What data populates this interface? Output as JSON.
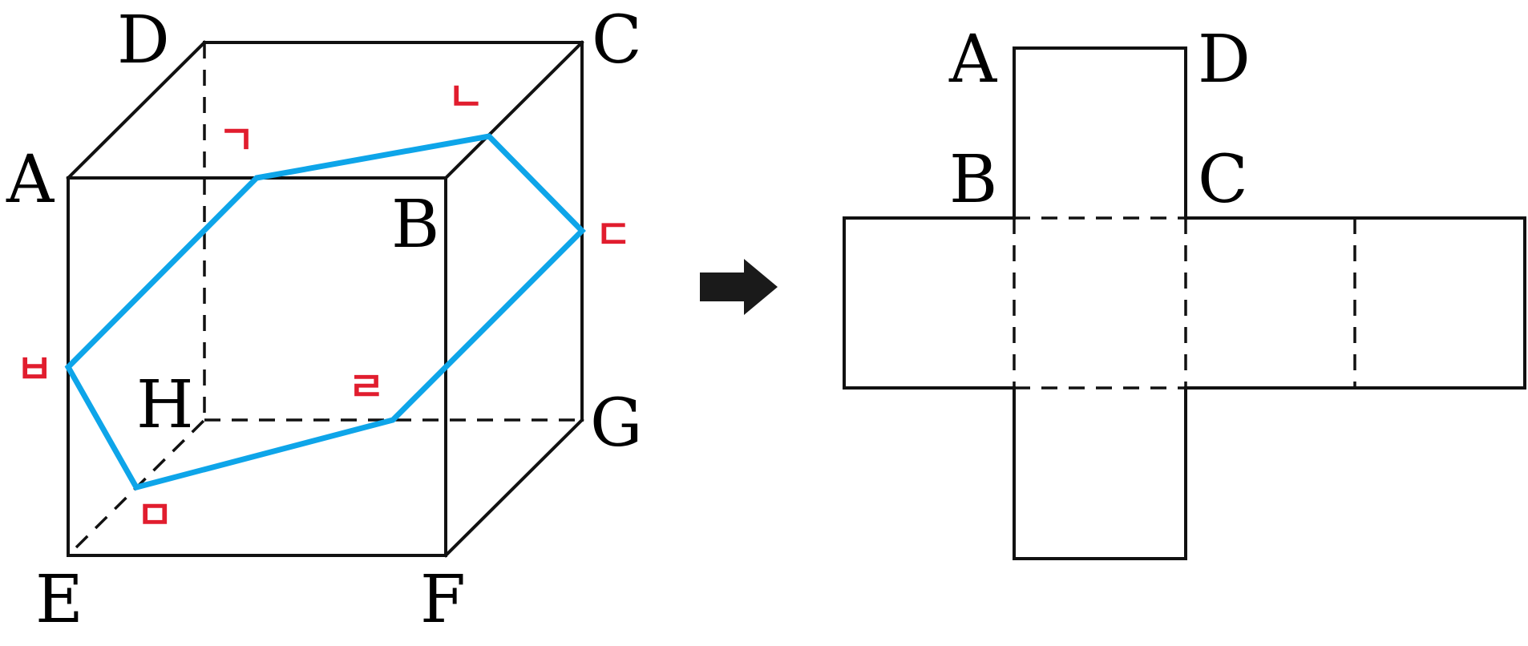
{
  "colors": {
    "edge": "#111111",
    "section": "#0ea5e9",
    "point_label": "#e11d2e",
    "arrow": "#1a1a1a"
  },
  "cube": {
    "vertex_labels": {
      "A": "A",
      "B": "B",
      "C": "C",
      "D": "D",
      "E": "E",
      "F": "F",
      "G": "G",
      "H": "H"
    },
    "point_labels": {
      "p1": "ㄱ",
      "p2": "ㄴ",
      "p3": "ㄷ",
      "p4": "ㄹ",
      "p5": "ㅁ",
      "p6": "ㅂ"
    }
  },
  "arrow": {
    "icon": "right-arrow-icon"
  },
  "net": {
    "vertex_labels": {
      "A": "A",
      "D": "D",
      "B": "B",
      "C": "C"
    }
  }
}
